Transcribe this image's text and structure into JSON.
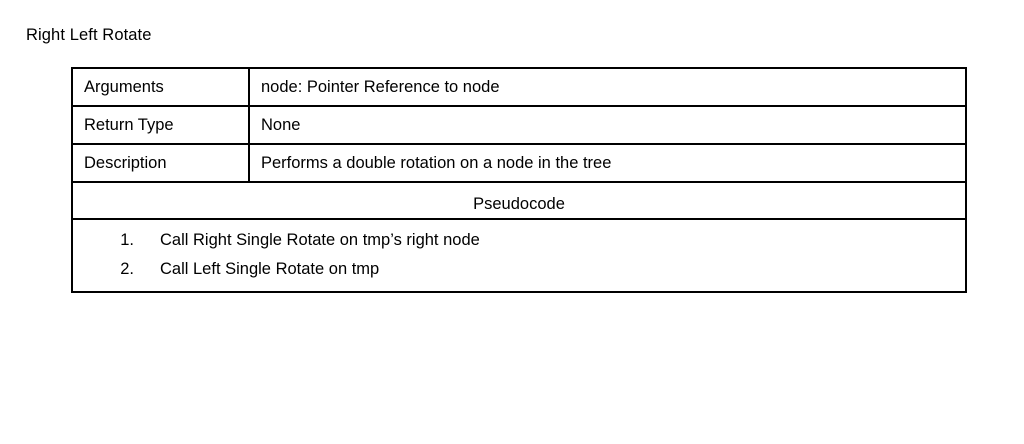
{
  "document": {
    "title": "Right Left Rotate",
    "table": {
      "rows": [
        {
          "label": "Arguments",
          "value": "node: Pointer Reference to node"
        },
        {
          "label": "Return Type",
          "value": "None"
        },
        {
          "label": "Description",
          "value": "Performs a double rotation on a node in the tree"
        }
      ],
      "pseudocode_header": "Pseudocode",
      "steps": [
        {
          "number": "1.",
          "text": "Call Right Single Rotate on tmp’s right node"
        },
        {
          "number": "2.",
          "text": "Call Left Single Rotate on tmp"
        }
      ]
    }
  },
  "colors": {
    "background": "#ffffff",
    "text": "#000000",
    "border": "#000000"
  }
}
